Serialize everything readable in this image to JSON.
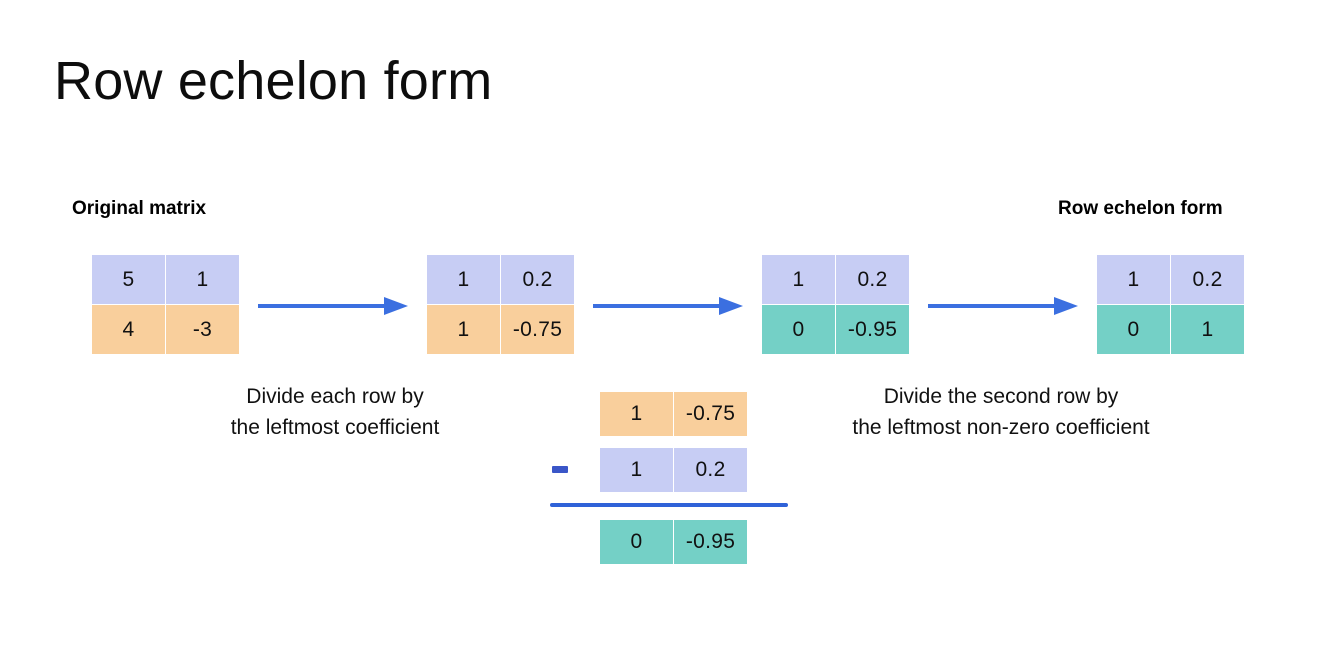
{
  "slide": {
    "title": "Row echelon form",
    "background_color": "#ffffff"
  },
  "palette": {
    "blue_row": "#c7cdf4",
    "orange_row": "#f9cf9c",
    "teal_row": "#74d0c6",
    "arrow_blue": "#3b6fe0",
    "rule_blue": "#2f62d8",
    "text": "#111111"
  },
  "labels": {
    "left": "Original matrix",
    "right": "Row echelon form"
  },
  "matrices": [
    {
      "name": "original-matrix",
      "rows": [
        {
          "color": "blue",
          "values": [
            "5",
            "1"
          ]
        },
        {
          "color": "orange",
          "values": [
            "4",
            "-3"
          ]
        }
      ]
    },
    {
      "name": "step1-matrix",
      "rows": [
        {
          "color": "blue",
          "values": [
            "1",
            "0.2"
          ]
        },
        {
          "color": "orange",
          "values": [
            "1",
            "-0.75"
          ]
        }
      ]
    },
    {
      "name": "step2-matrix",
      "rows": [
        {
          "color": "blue",
          "values": [
            "1",
            "0.2"
          ]
        },
        {
          "color": "teal",
          "values": [
            "0",
            "-0.95"
          ]
        }
      ]
    },
    {
      "name": "final-matrix",
      "rows": [
        {
          "color": "blue",
          "values": [
            "1",
            "0.2"
          ]
        },
        {
          "color": "teal",
          "values": [
            "0",
            "1"
          ]
        }
      ]
    }
  ],
  "captions": {
    "left": "Divide each row by\nthe leftmost coefficient",
    "right": "Divide the second row by\nthe leftmost non-zero coefficient"
  },
  "subtraction": {
    "operator": "-",
    "minuend": {
      "color": "orange",
      "values": [
        "1",
        "-0.75"
      ]
    },
    "subtrahend": {
      "color": "blue",
      "values": [
        "1",
        "0.2"
      ]
    },
    "result": {
      "color": "teal",
      "values": [
        "0",
        "-0.95"
      ]
    }
  },
  "arrows": [
    {
      "name": "arrow-1"
    },
    {
      "name": "arrow-2"
    },
    {
      "name": "arrow-3"
    }
  ]
}
